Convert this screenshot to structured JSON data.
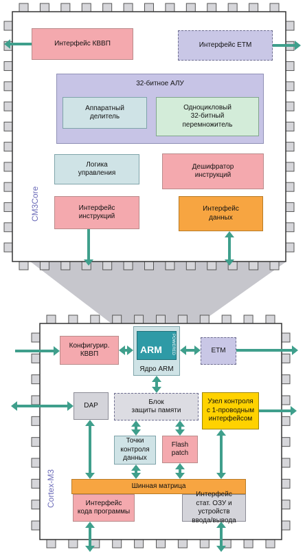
{
  "top_chip": {
    "side_label": "CM3Core",
    "jtag_interface": "Интерфейс КВВП",
    "etm_interface": "Интерфейс ETM",
    "alu": "32-битное АЛУ",
    "hw_divider": "Аппаратный\nделитель",
    "multiplier": "Одноцикловый\n32-битный\nперемножитель",
    "control_logic": "Логика\nуправления",
    "instruction_decoder": "Дешифратор\nинструкций",
    "instruction_interface": "Интерфейс\nинструкций",
    "data_interface": "Интерфейс\nданных"
  },
  "bottom_chip": {
    "side_label": "Cortex-M3",
    "config_jtag": "Конфигурир.\nКВВП",
    "arm_logo": "ARM",
    "arm_logo_sub": "POWERED",
    "arm_core": "Ядро ARM",
    "etm": "ETM",
    "dap": "DAP",
    "mpu": "Блок\nзащиты памяти",
    "one_wire": "Узел контроля\nс 1-проводным\nинтерфейсом",
    "breakpoints": "Точки\nконтроля\nданных",
    "flash_patch": "Flash\npatch",
    "bus_matrix": "Шинная матрица",
    "code_interface": "Интерфейс\nкода программы",
    "sram_io_interface": "Интерфейс\nстат. ОЗУ и устройств\nввода/вывода"
  },
  "colors": {
    "arrow": "#3f9f8c",
    "zoom_funnel": "#c6c6cc",
    "pin": "#d6d6da"
  }
}
